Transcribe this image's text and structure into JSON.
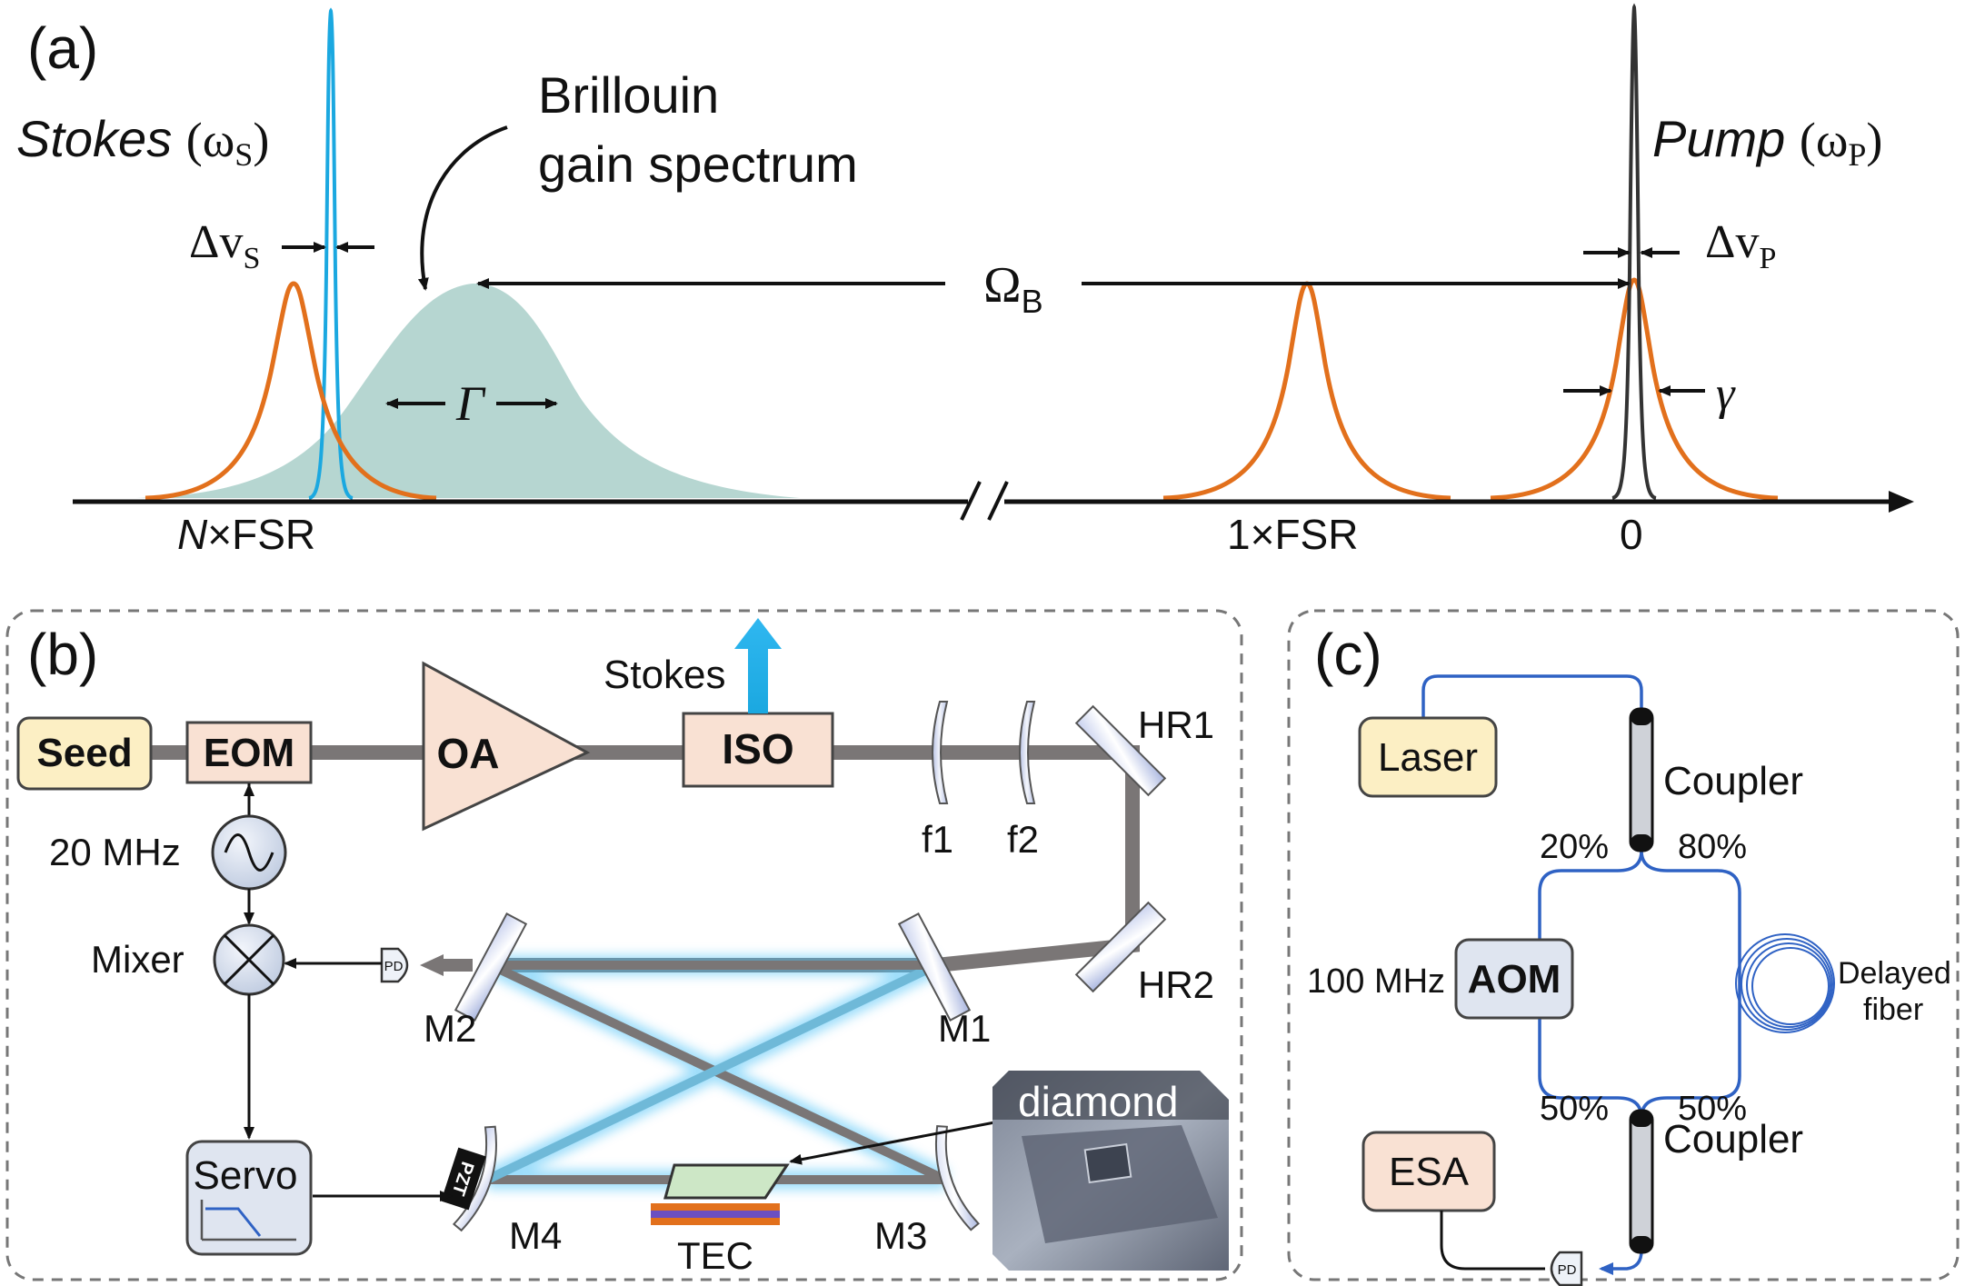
{
  "panel_a": {
    "label": "(a)",
    "stokes_word": "Stokes",
    "stokes_omega": "(ω",
    "stokes_sub": "S",
    "stokes_close": ")",
    "pump_word": "Pump",
    "pump_omega": "(ω",
    "pump_sub": "P",
    "pump_close": ")",
    "brillouin_line1": "Brillouin",
    "brillouin_line2": "gain spectrum",
    "dv_s": "Δv",
    "dv_s_sub": "S",
    "dv_p": "Δv",
    "dv_p_sub": "P",
    "omega_b": "Ω",
    "omega_b_sub": "B",
    "gamma_big": "Γ",
    "gamma_small": "γ",
    "n_fsr_n": "N",
    "n_fsr_rest": "×FSR",
    "one_fsr": "1×FSR",
    "zero": "0",
    "break_mark": "//",
    "colors": {
      "cavity_mode": "#e2701c",
      "stokes_line": "#1ba8e0",
      "gain": "#9ec8c2",
      "pump_line": "#333333"
    }
  },
  "panel_b": {
    "label": "(b)",
    "seed": "Seed",
    "eom": "EOM",
    "oa": "OA",
    "iso": "ISO",
    "stokes_out": "Stokes",
    "f1": "f1",
    "f2": "f2",
    "hr1": "HR1",
    "hr2": "HR2",
    "m1": "M1",
    "m2": "M2",
    "m3": "M3",
    "m4": "M4",
    "pd": "PD",
    "freq": "20 MHz",
    "mixer": "Mixer",
    "servo": "Servo",
    "pzt": "PZT",
    "tec": "TEC",
    "diamond": "diamond",
    "colors": {
      "beam": "#7a7676",
      "seed_fill": "#fcefc4",
      "box_fill": "#f9e1d3",
      "servo_fill": "#dfe5f0"
    }
  },
  "panel_c": {
    "label": "(c)",
    "laser": "Laser",
    "coupler_top": "Coupler",
    "coupler_bottom": "Coupler",
    "p20": "20%",
    "p80": "80%",
    "p50_left": "50%",
    "p50_right": "50%",
    "aom_freq": "100 MHz",
    "aom": "AOM",
    "delayed_1": "Delayed",
    "delayed_2": "fiber",
    "esa": "ESA",
    "pd": "PD",
    "colors": {
      "fiber": "#2f62c4"
    }
  }
}
